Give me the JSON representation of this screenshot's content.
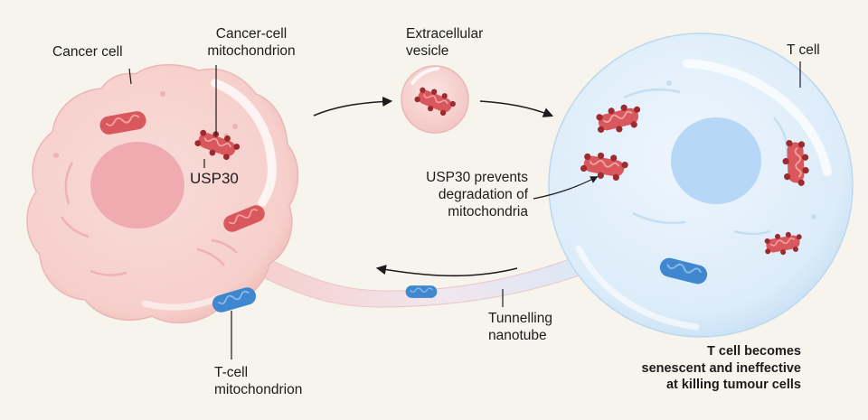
{
  "labels": {
    "cancer_cell": "Cancer cell",
    "cancer_mito": "Cancer-cell\nmitochondrion",
    "usp30": "USP30",
    "ev": "Extracellular\nvesicle",
    "t_cell": "T cell",
    "usp30_note": "USP30 prevents\ndegradation of\nmitochondria",
    "nanotube": "Tunnelling\nnanotube",
    "t_mito": "T-cell\nmitochondrion",
    "outcome": "T cell becomes\nsenescent and ineffective\nat killing tumour cells"
  },
  "colors": {
    "background": "#f6f4ec",
    "cancer_cell": "#f7d3cf",
    "cancer_nucleus": "#f1adb0",
    "t_cell": "#dfeefa",
    "t_nucleus": "#b6d7f5",
    "mito_red": "#d9585e",
    "mito_blue": "#3f88cf",
    "usp30_dot": "#9b2b2e"
  }
}
